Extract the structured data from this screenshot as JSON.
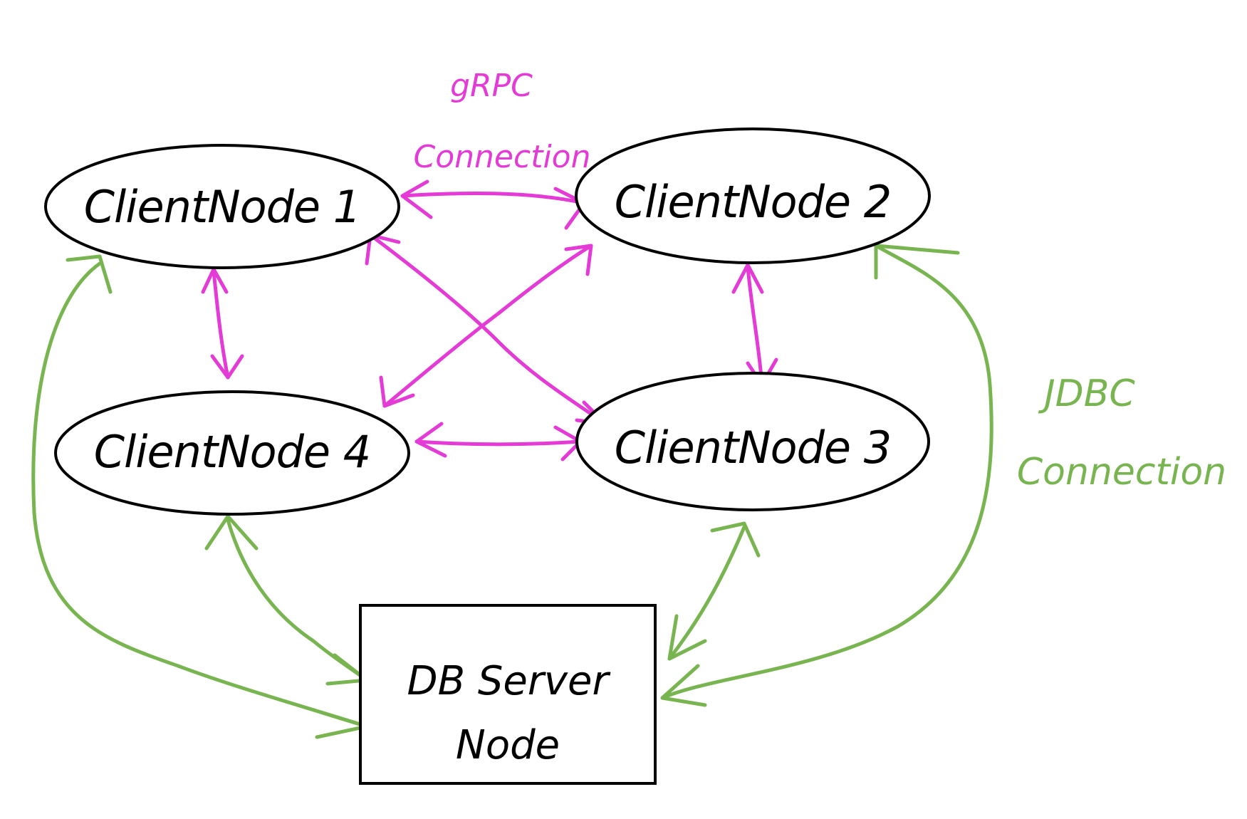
{
  "nodes": {
    "client1": {
      "label": "ClientNode 1"
    },
    "client2": {
      "label": "ClientNode 2"
    },
    "client3": {
      "label": "ClientNode 3"
    },
    "client4": {
      "label": "ClientNode 4"
    },
    "server": {
      "line1": "DB Server",
      "line2": "Node"
    }
  },
  "annotations": {
    "grpc_line1": "gRPC",
    "grpc_line2": "Connection",
    "jdbc_line1": "JDBC",
    "jdbc_line2": "Connection"
  },
  "colors": {
    "grpc": "#e43ad6",
    "jdbc": "#78b450",
    "outline": "#000000"
  }
}
